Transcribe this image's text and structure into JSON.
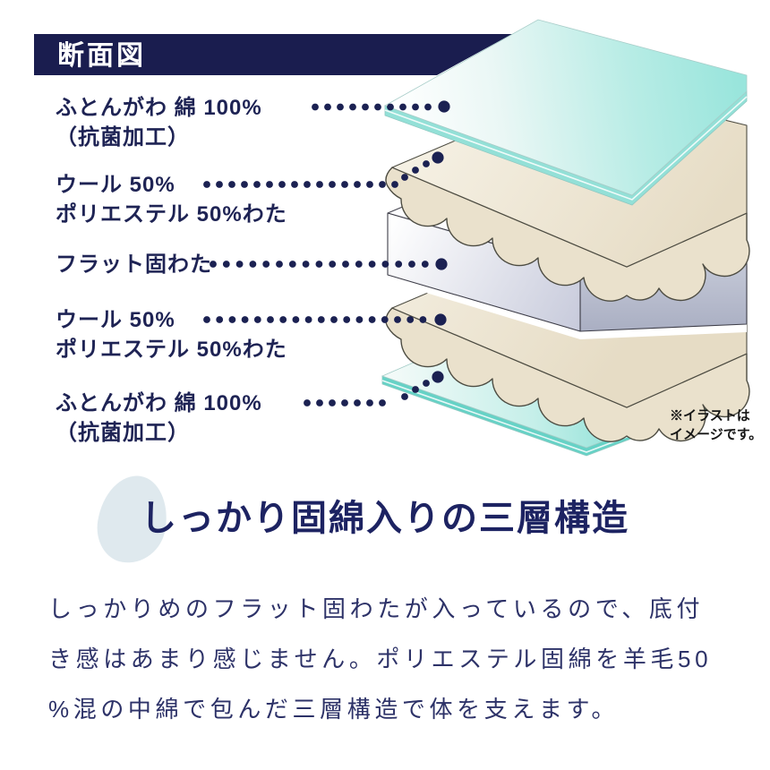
{
  "header": {
    "title": "断面図"
  },
  "diagram": {
    "labels": [
      {
        "line1": "ふとんがわ 綿 100%",
        "line2": "（抗菌加工）"
      },
      {
        "line1": "ウール 50%",
        "line2": "ポリエステル 50%わた"
      },
      {
        "line1": "フラット固わた",
        "line2": ""
      },
      {
        "line1": "ウール 50%",
        "line2": "ポリエステル 50%わた"
      },
      {
        "line1": "ふとんがわ 綿 100%",
        "line2": "（抗菌加工）"
      }
    ],
    "note": {
      "line1": "※イラストは",
      "line2": "イメージです。"
    },
    "colors": {
      "navy_band": "#1a1d4f",
      "label_text": "#1e2354",
      "leader_dots": "#1b2152",
      "cover_sheet_teal": "#99e5dc",
      "wool_layer_cream": "#eae1cc",
      "hard_pad_gray": "#b9bdcd"
    }
  },
  "section": {
    "heading": "しっかり固綿入りの三層構造",
    "body_lines": [
      "しっかりめのフラット固わたが入っているので、底付",
      "き感はあまり感じません。ポリエステル固綿を羊毛50",
      "%混の中綿で包んだ三層構造で体を支えます。"
    ]
  }
}
